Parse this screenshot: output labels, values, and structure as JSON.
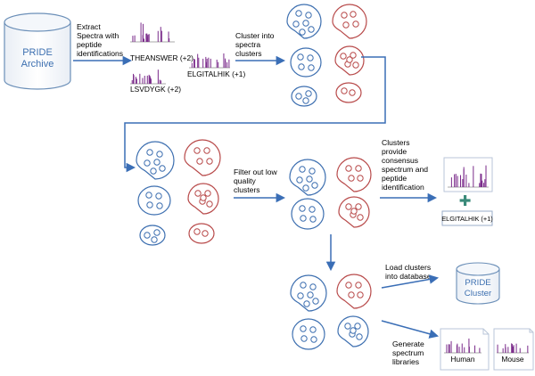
{
  "diagram": {
    "pride_archive": {
      "line1": "PRIDE",
      "line2": "Archive"
    },
    "pride_cluster": {
      "line1": "PRIDE",
      "line2": "Cluster"
    },
    "step_extract": [
      "Extract",
      "Spectra with",
      "peptide",
      "identifications"
    ],
    "step_cluster": [
      "Cluster into",
      "spectra",
      "clusters"
    ],
    "step_filter": [
      "Filter out low",
      "quality",
      "clusters"
    ],
    "step_consensus": [
      "Clusters",
      "provide",
      "consensus",
      "spectrum and",
      "peptide",
      "identification"
    ],
    "step_load": [
      "Load clusters",
      "into database"
    ],
    "step_generate": [
      "Generate",
      "spectrum",
      "libraries"
    ],
    "peptides": {
      "p1": "THEANSWER (+2)",
      "p2": "LSVDYGK (+2)",
      "p3": "ELGITALHIK (+1)"
    },
    "consensus_peptide": "ELGITALHIK (+1)",
    "plus_symbol": "+",
    "libraries": {
      "human": "Human",
      "mouse": "Mouse"
    },
    "colors": {
      "blue": "#3d6fb0",
      "red": "#b84a4a",
      "purple": "#7a2a8a",
      "arrow": "#3a6eb6"
    }
  }
}
